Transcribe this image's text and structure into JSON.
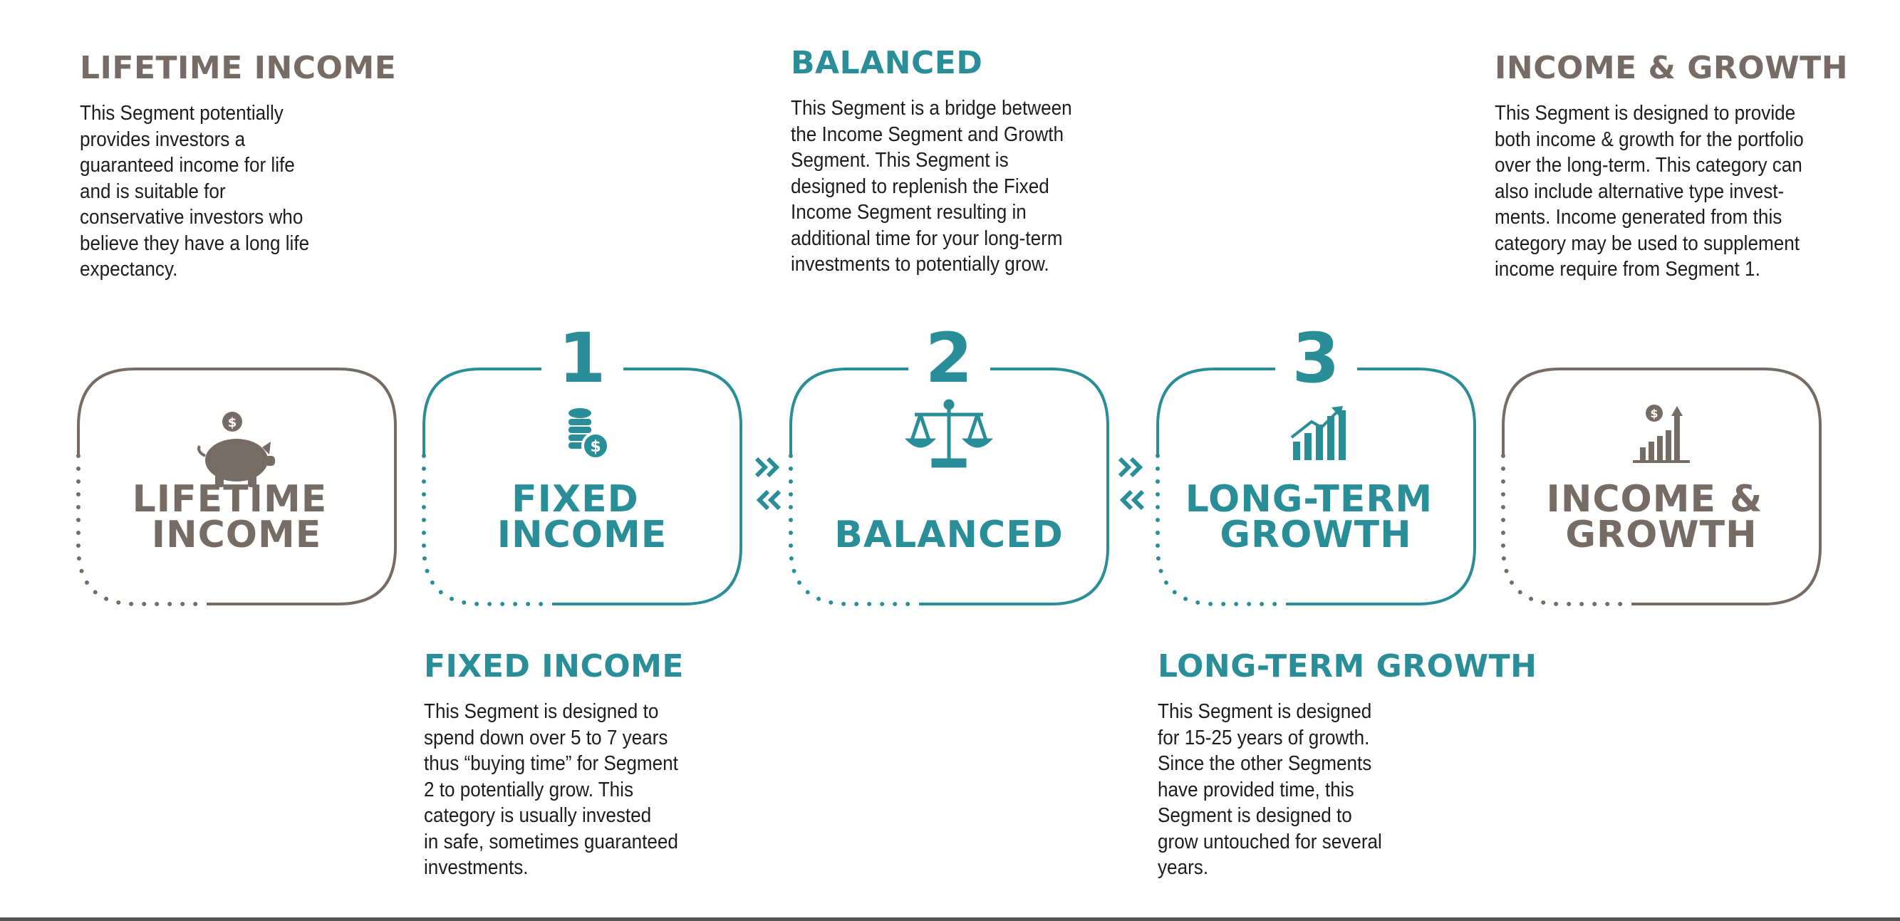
{
  "colors": {
    "brown": "#776b65",
    "teal": "#2a8e98",
    "text": "#1d1d1d"
  },
  "descriptions": {
    "lifetime": {
      "title": "LIFETIME INCOME",
      "lines": [
        "This Segment potentially",
        "provides investors a",
        "guaranteed income for life",
        "and is suitable for",
        "conservative investors who",
        "believe they have a long life",
        "expectancy."
      ]
    },
    "balanced": {
      "title": "BALANCED",
      "lines": [
        "This Segment is a bridge between",
        "the Income Segment and Growth",
        "Segment. This Segment is",
        "designed to replenish the Fixed",
        "Income Segment resulting in",
        "additional time for your long-term",
        "investments to potentially grow."
      ]
    },
    "income_growth": {
      "title": "INCOME & GROWTH",
      "lines": [
        "This Segment is designed to provide",
        "both income & growth for the portfolio",
        "over the long-term. This category can",
        "also include alternative type invest-",
        "ments. Income generated from this",
        "category may be used to supplement",
        "income require from Segment 1."
      ]
    },
    "fixed": {
      "title": "FIXED INCOME",
      "lines": [
        "This Segment is designed to",
        "spend down over 5 to 7 years",
        "thus “buying time” for Segment",
        "2 to potentially grow. This",
        "category is usually invested",
        "in safe, sometimes guaranteed",
        "investments."
      ]
    },
    "longterm": {
      "title": "LONG-TERM GROWTH",
      "lines": [
        "This Segment is designed",
        "for 15-25 years of growth.",
        "Since the other Segments",
        "have provided time, this",
        "Segment is designed to",
        "grow untouched for several",
        "years."
      ]
    }
  },
  "boxes": [
    {
      "key": "lifetime",
      "number": "",
      "label_lines": [
        "LIFETIME",
        "INCOME"
      ],
      "icon": "piggy-bank-icon",
      "color": "brown"
    },
    {
      "key": "fixed",
      "number": "1",
      "label_lines": [
        "FIXED",
        "INCOME"
      ],
      "icon": "coin-stack-icon",
      "color": "teal"
    },
    {
      "key": "balanced",
      "number": "2",
      "label_lines": [
        "BALANCED"
      ],
      "icon": "scale-icon",
      "color": "teal"
    },
    {
      "key": "longterm",
      "number": "3",
      "label_lines": [
        "LONG-TERM",
        "GROWTH"
      ],
      "icon": "bar-chart-icon",
      "color": "teal"
    },
    {
      "key": "income_growth",
      "number": "",
      "label_lines": [
        "INCOME &",
        "GROWTH"
      ],
      "icon": "growth-chart-icon",
      "color": "brown"
    }
  ],
  "arrows": [
    {
      "between": "fixed-balanced",
      "icons": [
        "double-chevron-right-icon",
        "double-chevron-left-icon"
      ]
    },
    {
      "between": "balanced-longterm",
      "icons": [
        "double-chevron-right-icon",
        "double-chevron-left-icon"
      ]
    }
  ]
}
